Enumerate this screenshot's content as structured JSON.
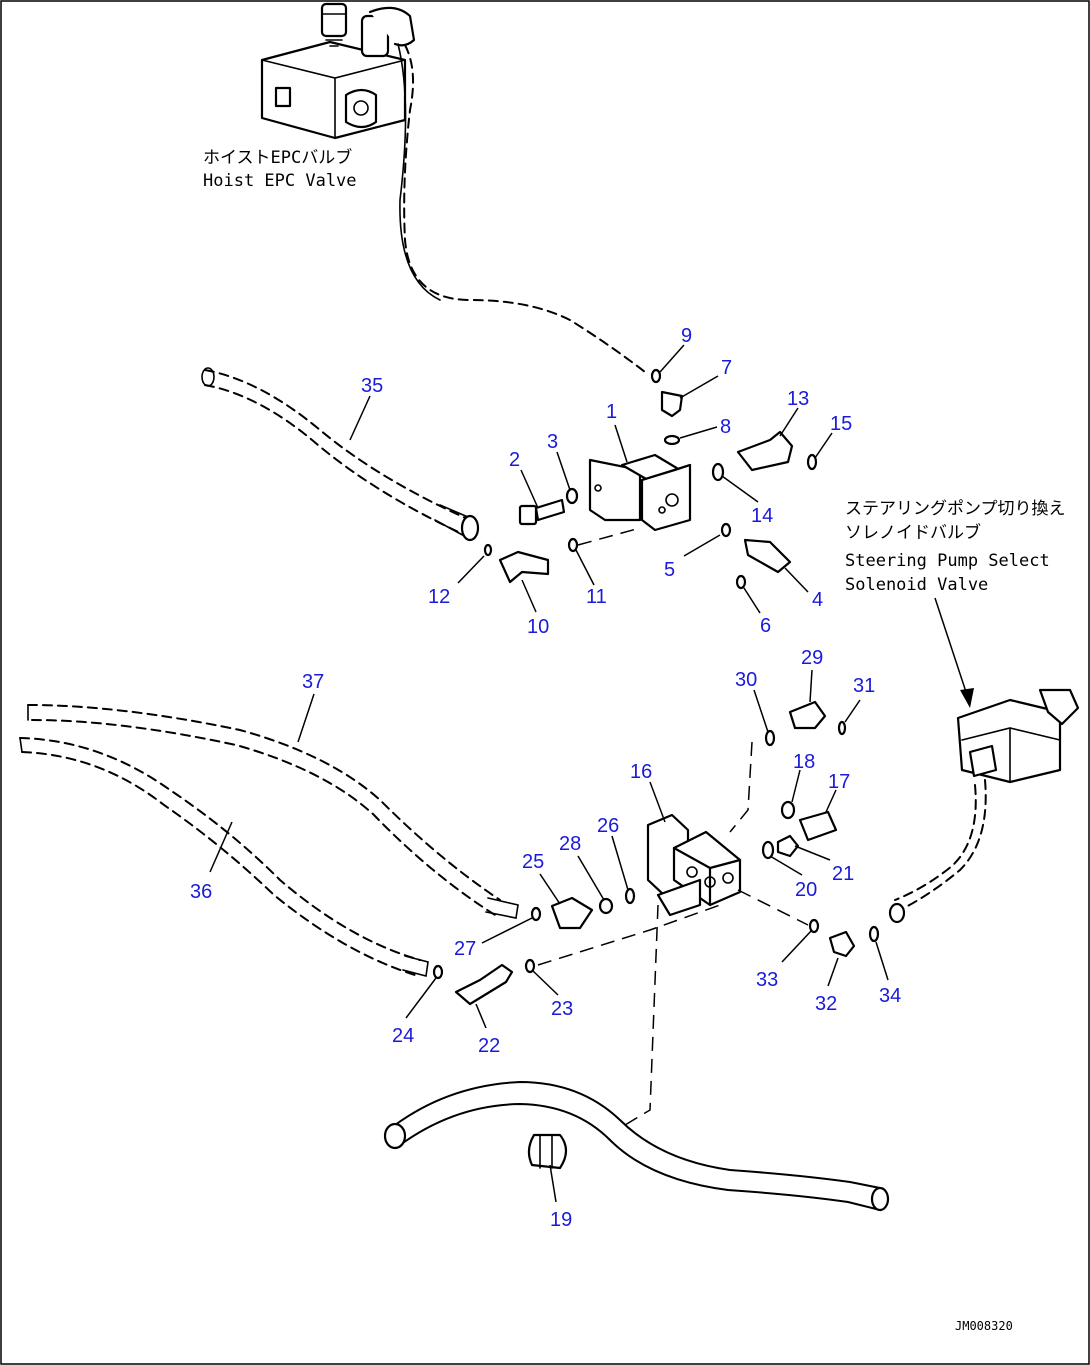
{
  "labels": {
    "hoist_jp": "ホイストEPCバルブ",
    "hoist_en": "Hoist EPC Valve",
    "steer_jp1": "ステアリングポンプ切り換え",
    "steer_jp2": "ソレノイドバルブ",
    "steer_en1": "Steering Pump Select",
    "steer_en2": "Solenoid Valve",
    "drawing_code": "JM008320"
  },
  "callouts": [
    "1",
    "2",
    "3",
    "4",
    "5",
    "6",
    "7",
    "8",
    "9",
    "10",
    "11",
    "12",
    "13",
    "14",
    "15",
    "16",
    "17",
    "18",
    "19",
    "20",
    "21",
    "22",
    "23",
    "24",
    "25",
    "26",
    "27",
    "28",
    "29",
    "30",
    "31",
    "32",
    "33",
    "34",
    "35",
    "36",
    "37"
  ]
}
